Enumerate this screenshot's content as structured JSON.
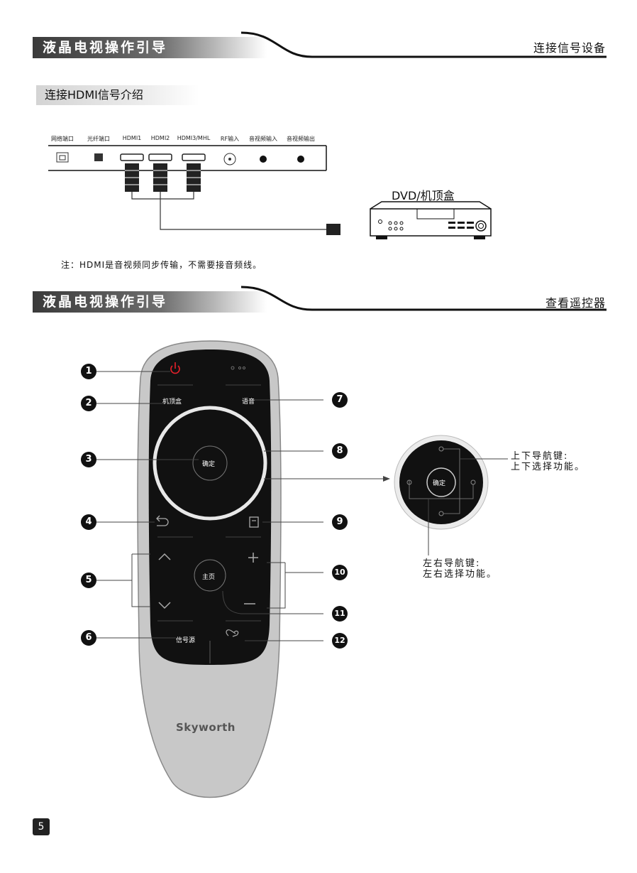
{
  "section1": {
    "title": "液晶电视操作引导",
    "right": "连接信号设备"
  },
  "hdmi_intro": {
    "title": "连接HDMI信号介绍"
  },
  "ports": [
    "网络端口",
    "光纤端口",
    "HDMI1",
    "HDMI2",
    "HDMI3/MHL",
    "RF输入",
    "音视频输入",
    "音视频输出"
  ],
  "dvd_label": "DVD/机顶盒",
  "note": "注：HDMI是音视频同步传输，不需要接音频线。",
  "section2": {
    "title": "液晶电视操作引导",
    "right": "查看遥控器"
  },
  "remote": {
    "stb": "机顶盒",
    "voice": "语音",
    "ok": "确定",
    "home": "主页",
    "source": "信号源",
    "brand": "Skyworth"
  },
  "callouts": [
    "1",
    "2",
    "3",
    "4",
    "5",
    "6",
    "7",
    "8",
    "9",
    "10",
    "11",
    "12"
  ],
  "navpad": {
    "ok": "确定",
    "updown_line1": "上下导航键:",
    "updown_line2": "上下选择功能。",
    "leftright_line1": "左右导航键:",
    "leftright_line2": "左右选择功能。"
  },
  "page_number": "5",
  "colors": {
    "power": "#e8212b",
    "remote_body": "#111111",
    "remote_shell": "#c8c8c8"
  }
}
